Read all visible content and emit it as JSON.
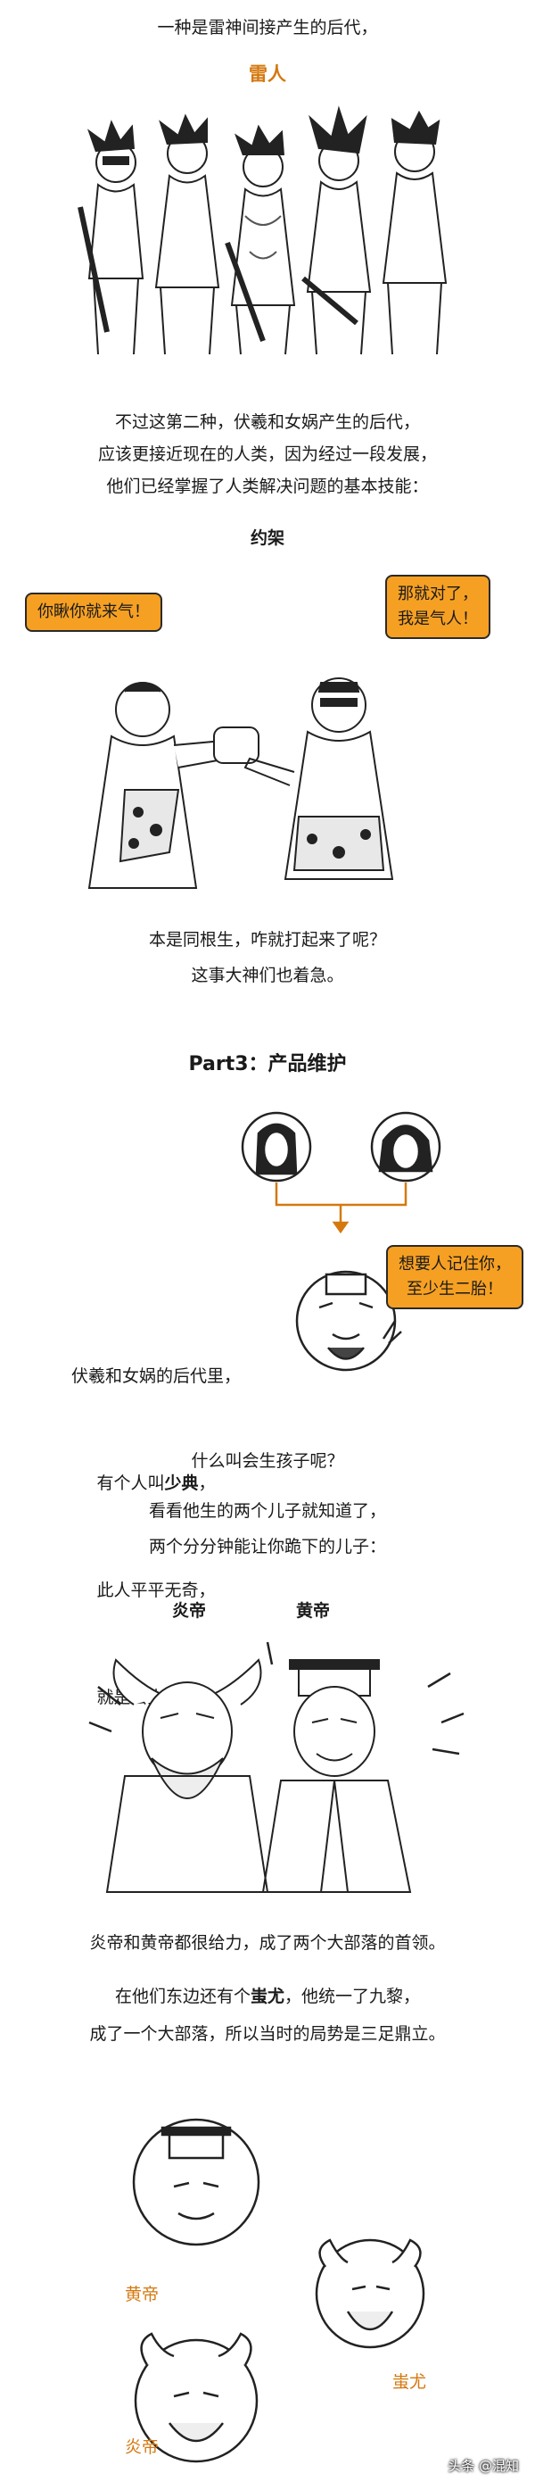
{
  "lines": {
    "intro": "一种是雷神间接产生的后代，",
    "leiren": "雷人",
    "para1_1": "不过这第二种，伏羲和女娲产生的后代，",
    "para1_2": "应该更接近现在的人类，因为经过一段发展，",
    "para1_3": "他们已经掌握了人类解决问题的基本技能：",
    "yuejia": "约架",
    "para2_1": "本是同根生，咋就打起来了呢？",
    "para2_2": "这事大神们也着急。",
    "part3": "Part3：产品维护",
    "q1": "什么叫会生孩子呢？",
    "q2": "看看他生的两个儿子就知道了，",
    "q3": "两个分分钟能让你跪下的儿子：",
    "para3": "炎帝和黄帝都很给力，成了两个大部落的首领。",
    "para4_1": "在他们东边还有个",
    "para4_bold": "蚩尤",
    "para4_2": "，他统一了九黎，",
    "para4_3": "成了一个大部落，所以当时的局势是三足鼎立。"
  },
  "shaodian": {
    "line1": "伏羲和女娲的后代里，",
    "line2_a": "有个人叫",
    "line2_bold": "少典",
    "line2_b": "，",
    "line3": "此人平平无奇，",
    "line4": "就是会生孩子。"
  },
  "bubbles": {
    "left": "你瞅你就来气！",
    "right": "那就对了，\n我是气人！",
    "shaodian": "想要人记住你，\n至少生二胎！"
  },
  "labels": {
    "yandi": "炎帝",
    "huangdi": "黄帝",
    "huangdi_orange": "黄帝",
    "chiyou_orange": "蚩尤",
    "yandi_orange": "炎帝"
  },
  "watermark": "头条 @混知",
  "colors": {
    "accent": "#d4780f",
    "bubble": "#f6a023"
  }
}
